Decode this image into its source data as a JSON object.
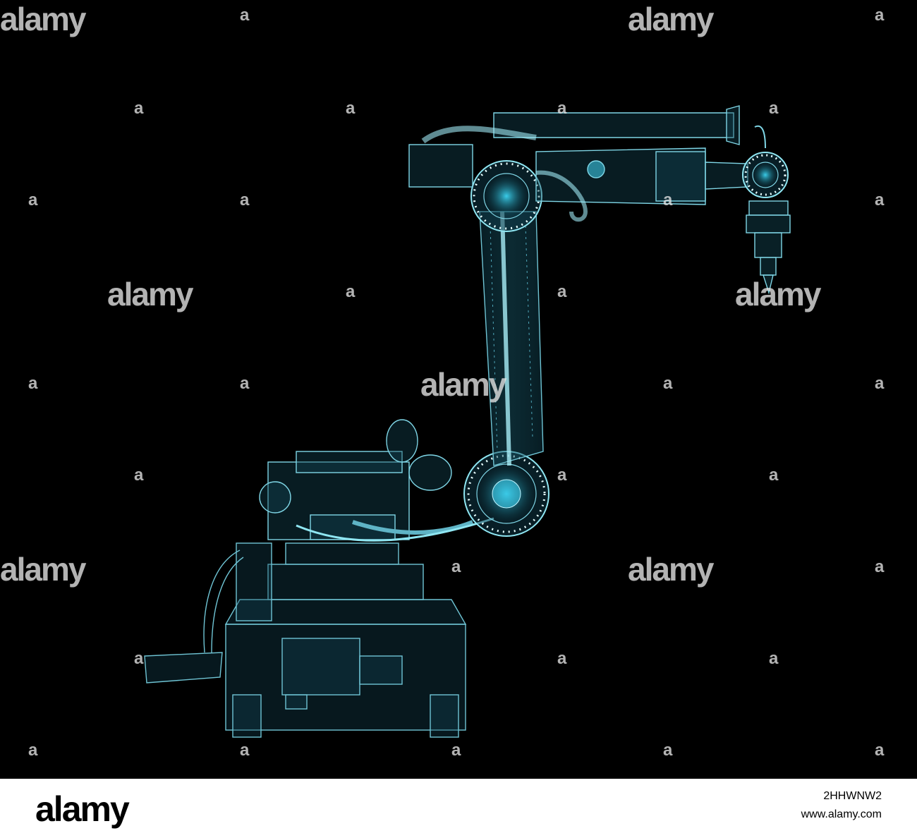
{
  "watermark": {
    "text": "alamy",
    "mark": "a"
  },
  "footer": {
    "logo": "alamy",
    "image_id": "2HHWNW2",
    "url": "www.alamy.com"
  },
  "colors": {
    "background": "#000000",
    "wireframe": "#7fd6e6",
    "wireframe_dim": "#2f6f80",
    "glow": "#1ec8e8",
    "footer_bg": "#ffffff"
  }
}
